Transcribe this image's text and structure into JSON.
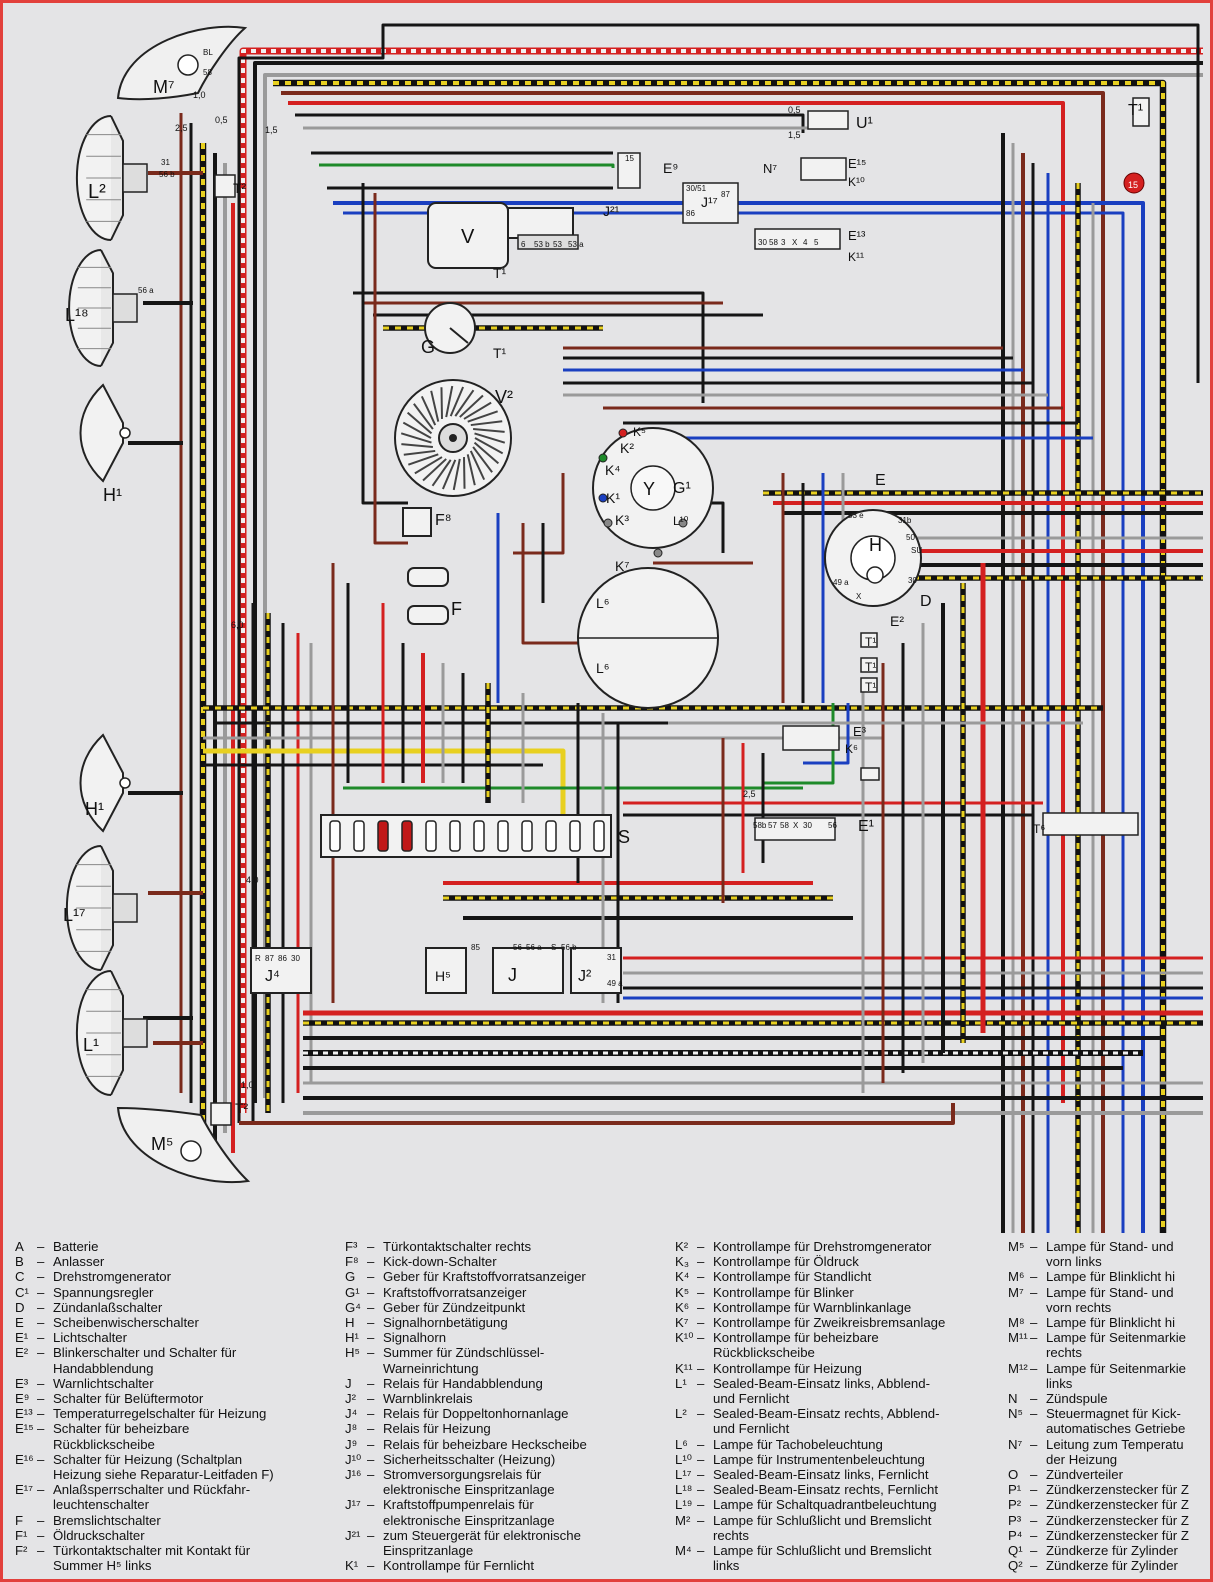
{
  "diagram": {
    "component_labels": [
      {
        "code": "M⁷"
      },
      {
        "code": "L²"
      },
      {
        "code": "L¹⁸"
      },
      {
        "code": "H¹"
      },
      {
        "code": "H¹"
      },
      {
        "code": "L¹⁷"
      },
      {
        "code": "L¹"
      },
      {
        "code": "M⁵"
      },
      {
        "code": "T²"
      },
      {
        "code": "T²"
      },
      {
        "code": "V"
      },
      {
        "code": "T¹"
      },
      {
        "code": "T¹"
      },
      {
        "code": "G"
      },
      {
        "code": "V²"
      },
      {
        "code": "F⁸"
      },
      {
        "code": "F"
      },
      {
        "code": "Y"
      },
      {
        "code": "G¹"
      },
      {
        "code": "K²"
      },
      {
        "code": "K⁵"
      },
      {
        "code": "K⁴"
      },
      {
        "code": "K¹"
      },
      {
        "code": "K³"
      },
      {
        "code": "L¹⁰"
      },
      {
        "code": "K⁷"
      },
      {
        "code": "L⁶"
      },
      {
        "code": "L⁶"
      },
      {
        "code": "S"
      },
      {
        "code": "J⁴"
      },
      {
        "code": "H⁵"
      },
      {
        "code": "J"
      },
      {
        "code": "J²"
      },
      {
        "code": "U¹"
      },
      {
        "code": "T¹"
      },
      {
        "code": "E⁹"
      },
      {
        "code": "J¹⁷"
      },
      {
        "code": "J²¹"
      },
      {
        "code": "N⁷"
      },
      {
        "code": "E¹⁵"
      },
      {
        "code": "K¹⁰"
      },
      {
        "code": "E¹³"
      },
      {
        "code": "K¹¹"
      },
      {
        "code": "E"
      },
      {
        "code": "H"
      },
      {
        "code": "D"
      },
      {
        "code": "E²"
      },
      {
        "code": "T¹"
      },
      {
        "code": "T¹"
      },
      {
        "code": "T¹"
      },
      {
        "code": "E³"
      },
      {
        "code": "K⁶"
      },
      {
        "code": "E¹"
      },
      {
        "code": "T⁶"
      },
      {
        "code": "15"
      }
    ],
    "wire_labels": [
      "1,5",
      "0,5",
      "1,0",
      "2,5",
      "4,0",
      "6,0",
      "0,5",
      "1,5",
      "2,5",
      "1,0"
    ],
    "terminal_labels": [
      "BL",
      "58",
      "31",
      "56 b",
      "56 a",
      "15",
      "30/51",
      "87",
      "86",
      "30",
      "58",
      "3",
      "X",
      "4",
      "5",
      "6",
      "53 b",
      "53",
      "53 a",
      "53 e",
      "31b",
      "50",
      "SU",
      "30",
      "X",
      "49 a",
      "R",
      "87",
      "86",
      "30",
      "85",
      "56",
      "56 a",
      "S",
      "56 b",
      "31",
      "49 a",
      "58b",
      "57",
      "58",
      "X",
      "30",
      "56"
    ]
  },
  "legend": {
    "columns": [
      [
        {
          "code": "A",
          "text": "Batterie"
        },
        {
          "code": "B",
          "text": "Anlasser"
        },
        {
          "code": "C",
          "text": "Drehstromgenerator"
        },
        {
          "code": "C¹",
          "text": "Spannungsregler"
        },
        {
          "code": "D",
          "text": "Zündanlaßschalter"
        },
        {
          "code": "E",
          "text": "Scheibenwischerschalter"
        },
        {
          "code": "E¹",
          "text": "Lichtschalter"
        },
        {
          "code": "E²",
          "text": "Blinkerschalter und Schalter für",
          "cont": "Handabblendung"
        },
        {
          "code": "E³",
          "text": "Warnlichtschalter"
        },
        {
          "code": "E⁹",
          "text": "Schalter für Belüftermotor"
        },
        {
          "code": "E¹³",
          "text": "Temperaturregelschalter für Heizung"
        },
        {
          "code": "E¹⁵",
          "text": "Schalter für beheizbare",
          "cont": "Rückblickscheibe"
        },
        {
          "code": "E¹⁶",
          "text": "Schalter für Heizung (Schaltplan",
          "cont": "Heizung siehe Reparatur-Leitfaden F)"
        },
        {
          "code": "E¹⁷",
          "text": "Anlaßsperrschalter und Rückfahr-",
          "cont": "leuchtenschalter"
        },
        {
          "code": "F",
          "text": "Bremslichtschalter"
        },
        {
          "code": "F¹",
          "text": "Öldruckschalter"
        },
        {
          "code": "F²",
          "text": "Türkontaktschalter mit Kontakt für",
          "cont": "Summer H⁵ links"
        }
      ],
      [
        {
          "code": "F³",
          "text": "Türkontaktschalter rechts"
        },
        {
          "code": "F⁸",
          "text": "Kick-down-Schalter"
        },
        {
          "code": "G",
          "text": "Geber für Kraftstoffvorratsanzeiger"
        },
        {
          "code": "G¹",
          "text": "Kraftstoffvorratsanzeiger"
        },
        {
          "code": "G⁴",
          "text": "Geber für Zündzeitpunkt"
        },
        {
          "code": "H",
          "text": "Signalhornbetätigung"
        },
        {
          "code": "H¹",
          "text": "Signalhorn"
        },
        {
          "code": "H⁵",
          "text": "Summer für Zündschlüssel-",
          "cont": "Warneinrichtung"
        },
        {
          "code": "J",
          "text": "Relais für Handabblendung"
        },
        {
          "code": "J²",
          "text": "Warnblinkrelais"
        },
        {
          "code": "J⁴",
          "text": "Relais für Doppeltonhornanlage"
        },
        {
          "code": "J⁸",
          "text": "Relais für Heizung"
        },
        {
          "code": "J⁹",
          "text": "Relais für beheizbare Heckscheibe"
        },
        {
          "code": "J¹⁰",
          "text": "Sicherheitsschalter (Heizung)"
        },
        {
          "code": "J¹⁶",
          "text": "Stromversorgungsrelais für",
          "cont": "elektronische Einspritzanlage"
        },
        {
          "code": "J¹⁷",
          "text": "Kraftstoffpumpenrelais für",
          "cont": "elektronische Einspritzanlage"
        },
        {
          "code": "J²¹",
          "text": "zum Steuergerät für elektronische",
          "cont": "Einspritzanlage"
        },
        {
          "code": "K¹",
          "text": "Kontrollampe für Fernlicht"
        }
      ],
      [
        {
          "code": "K²",
          "text": "Kontrollampe für Drehstromgenerator"
        },
        {
          "code": "K₃",
          "text": "Kontrollampe für Öldruck"
        },
        {
          "code": "K⁴",
          "text": "Kontrollampe für Standlicht"
        },
        {
          "code": "K⁵",
          "text": "Kontrollampe für Blinker"
        },
        {
          "code": "K⁶",
          "text": "Kontrollampe für Warnblinkanlage"
        },
        {
          "code": "K⁷",
          "text": "Kontrollampe für Zweikreisbremsanlage"
        },
        {
          "code": "K¹⁰",
          "text": "Kontrollampe für beheizbare",
          "cont": "Rückblickscheibe"
        },
        {
          "code": "K¹¹",
          "text": "Kontrollampe für Heizung"
        },
        {
          "code": "L¹",
          "text": "Sealed-Beam-Einsatz links, Abblend-",
          "cont": "und Fernlicht"
        },
        {
          "code": "L²",
          "text": "Sealed-Beam-Einsatz rechts, Abblend-",
          "cont": "und Fernlicht"
        },
        {
          "code": "L⁶",
          "text": "Lampe für Tachobeleuchtung"
        },
        {
          "code": "L¹⁰",
          "text": "Lampe für Instrumentenbeleuchtung"
        },
        {
          "code": "L¹⁷",
          "text": "Sealed-Beam-Einsatz links, Fernlicht"
        },
        {
          "code": "L¹⁸",
          "text": "Sealed-Beam-Einsatz rechts, Fernlicht"
        },
        {
          "code": "L¹⁹",
          "text": "Lampe für Schaltquadrantbeleuchtung"
        },
        {
          "code": "M²",
          "text": "Lampe für Schlußlicht und Bremslicht",
          "cont": "rechts"
        },
        {
          "code": "M⁴",
          "text": "Lampe für Schlußlicht und Bremslicht",
          "cont": "links"
        }
      ],
      [
        {
          "code": "M⁵",
          "text": "Lampe für Stand- und",
          "cont": "vorn links"
        },
        {
          "code": "M⁶",
          "text": "Lampe für Blinklicht hi"
        },
        {
          "code": "M⁷",
          "text": "Lampe für Stand- und",
          "cont": "vorn rechts"
        },
        {
          "code": "M⁸",
          "text": "Lampe für Blinklicht hi"
        },
        {
          "code": "M¹¹",
          "text": "Lampe für Seitenmarkie",
          "cont": "rechts"
        },
        {
          "code": "M¹²",
          "text": "Lampe für Seitenmarkie",
          "cont": "links"
        },
        {
          "code": "N",
          "text": "Zündspule"
        },
        {
          "code": "N⁵",
          "text": "Steuermagnet für Kick-",
          "cont": "automatisches Getriebe"
        },
        {
          "code": "N⁷",
          "text": "Leitung zum Temperatu",
          "cont": "der Heizung"
        },
        {
          "code": "O",
          "text": "Zündverteiler"
        },
        {
          "code": "P¹",
          "text": "Zündkerzenstecker für Z"
        },
        {
          "code": "P²",
          "text": "Zündkerzenstecker für Z"
        },
        {
          "code": "P³",
          "text": "Zündkerzenstecker für Z"
        },
        {
          "code": "P⁴",
          "text": "Zündkerzenstecker für Z"
        },
        {
          "code": "Q¹",
          "text": "Zündkerze für Zylinder"
        },
        {
          "code": "Q²",
          "text": "Zündkerze für Zylinder"
        }
      ]
    ]
  }
}
